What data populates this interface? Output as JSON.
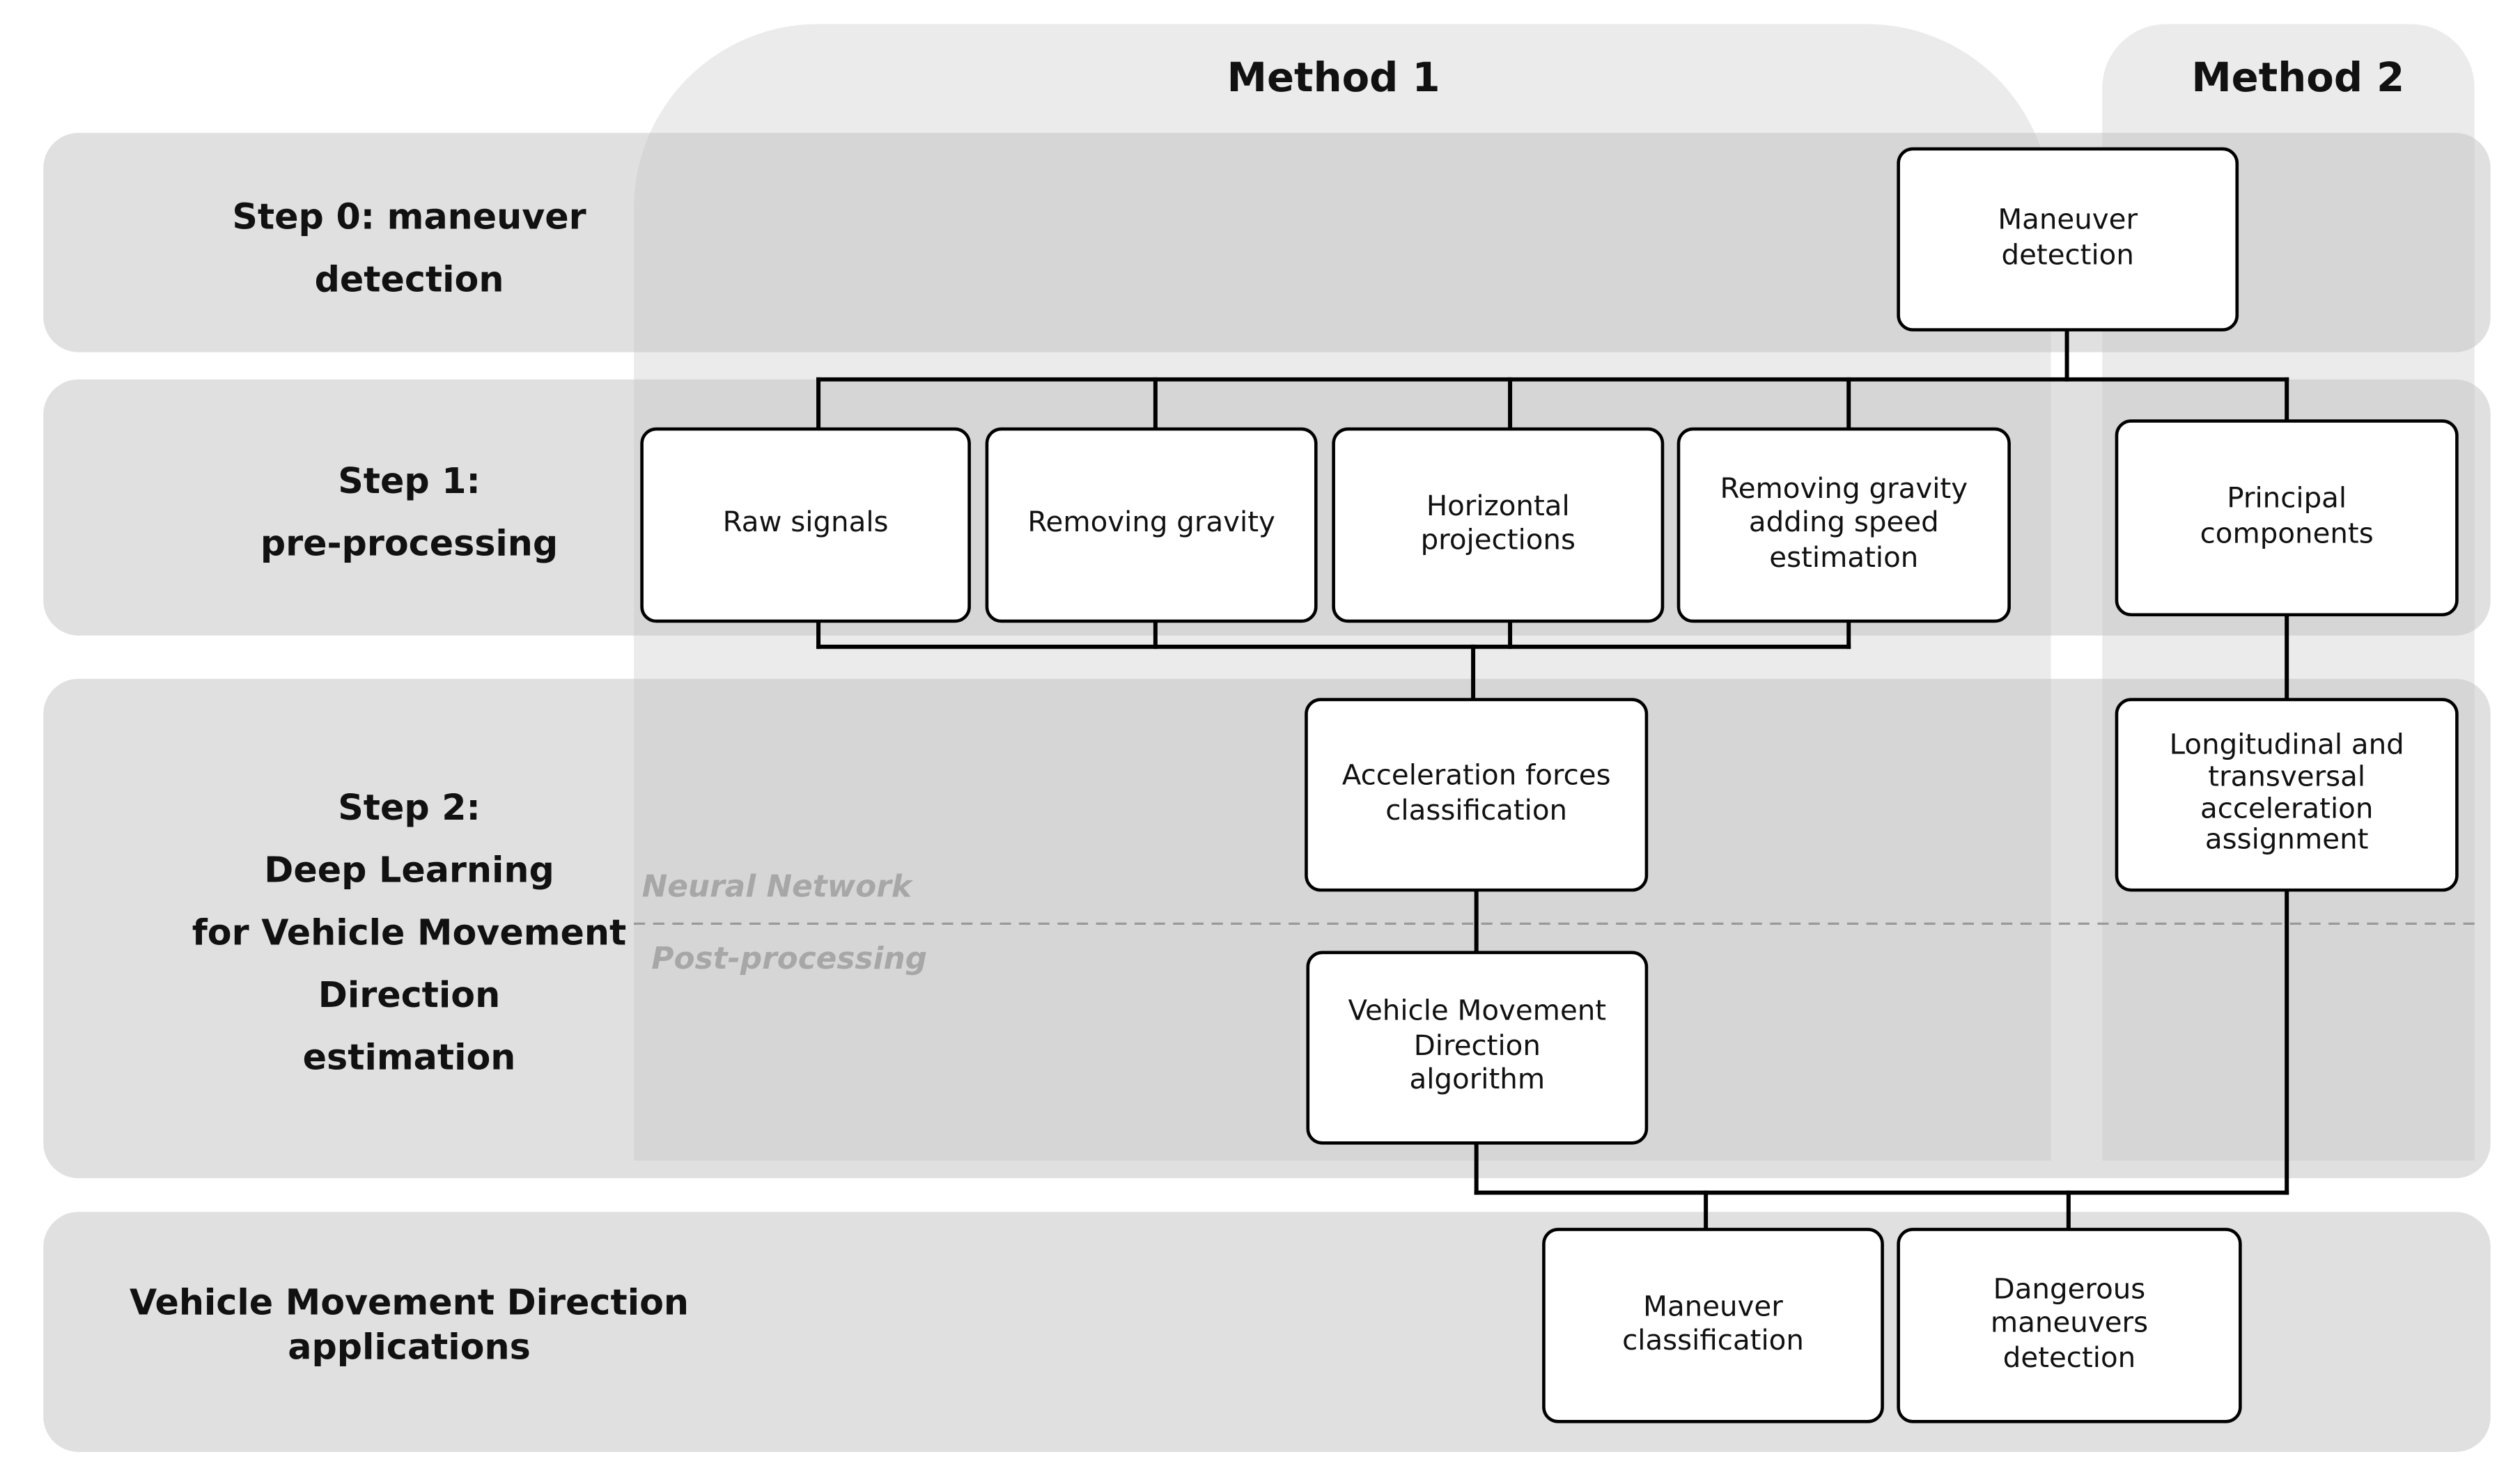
{
  "columns": {
    "method1": "Method 1",
    "method2": "Method 2"
  },
  "steps": {
    "step0": [
      "Step 0: maneuver",
      "detection"
    ],
    "step1": [
      "Step 1:",
      "pre-processing"
    ],
    "step2": [
      "Step 2:",
      "Deep Learning",
      "for Vehicle Movement",
      "Direction",
      "estimation"
    ],
    "applications": [
      "Vehicle Movement Direction",
      "applications"
    ]
  },
  "stage_tags": {
    "neural_network": "Neural Network",
    "post_processing": "Post-processing"
  },
  "nodes": {
    "maneuver_detection": "Maneuver\ndetection",
    "raw_signals": "Raw signals",
    "removing_gravity": "Removing gravity",
    "horizontal_projections": "Horizontal\nprojections",
    "removing_gravity_speed": "Removing gravity\nadding speed\nestimation",
    "principal_components": "Principal\ncomponents",
    "acceleration_forces": "Acceleration forces\nclassification",
    "longitudinal_transversal": "Longitudinal and\ntransversal\nacceleration\nassignment",
    "vmd_algorithm": "Vehicle Movement\nDirection\nalgorithm",
    "maneuver_classification": "Maneuver\nclassification",
    "dangerous_maneuvers": "Dangerous\nmaneuvers\ndetection"
  },
  "colors": {
    "column_fill": "#ebebeb",
    "band_fill": "#c3c3c3",
    "connector": "#000000",
    "stage_tag": "#a7a7a7"
  }
}
